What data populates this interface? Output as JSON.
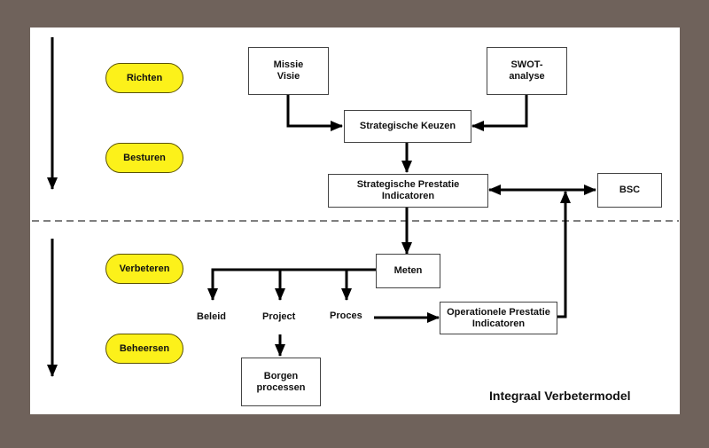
{
  "diagram": {
    "title": "Integraal Verbetermodel",
    "phases": {
      "richten": "Richten",
      "besturen": "Besturen",
      "verbeteren": "Verbeteren",
      "beheersen": "Beheersen"
    },
    "boxes": {
      "missie_visie": [
        "Missie",
        "Visie"
      ],
      "swot": [
        "SWOT-",
        "analyse"
      ],
      "strategische_keuzen": "Strategische Keuzen",
      "strategische_pi": [
        "Strategische Prestatie",
        "Indicatoren"
      ],
      "bsc": "BSC",
      "meten": "Meten",
      "operationele_pi": [
        "Operationele Prestatie",
        "Indicatoren"
      ],
      "borgen": [
        "Borgen",
        "processen"
      ]
    },
    "labels": {
      "beleid": "Beleid",
      "project": "Project",
      "proces": "Proces"
    },
    "colors": {
      "frame": "#6f625b",
      "phase_fill": "#fcf11a",
      "background": "#ffffff"
    }
  }
}
